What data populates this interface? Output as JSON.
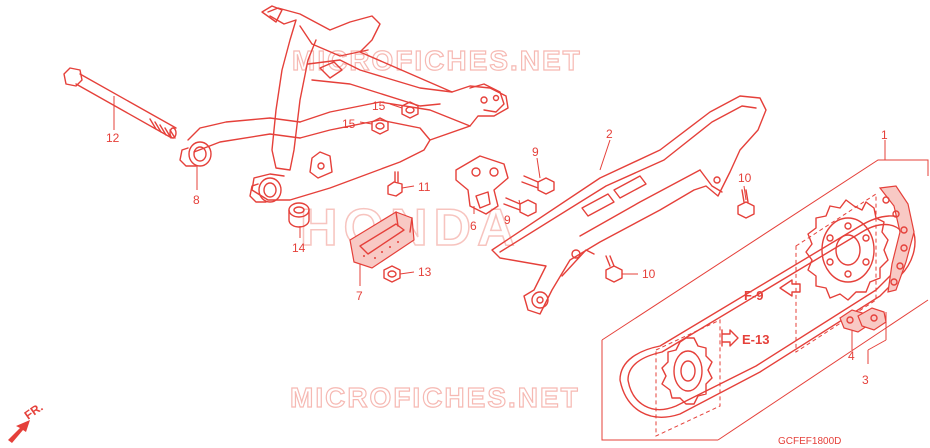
{
  "watermarks": {
    "top": "MICROFICHES.NET",
    "bottom": "MICROFICHES.NET",
    "center": "HONDA"
  },
  "callouts": {
    "c1": "1",
    "c2": "2",
    "c3": "3",
    "c4": "4",
    "c6": "6",
    "c7": "7",
    "c8": "8",
    "c9a": "9",
    "c9b": "9",
    "c10a": "10",
    "c10b": "10",
    "c11": "11",
    "c12": "12",
    "c13": "13",
    "c14": "14",
    "c15a": "15",
    "c15b": "15"
  },
  "references": {
    "f9": "F-9",
    "e13": "E-13"
  },
  "front_label": "FR.",
  "diagram_code": "GCFEF1800D",
  "colors": {
    "line": "#e5403a",
    "watermark": "#f6b9b3"
  }
}
